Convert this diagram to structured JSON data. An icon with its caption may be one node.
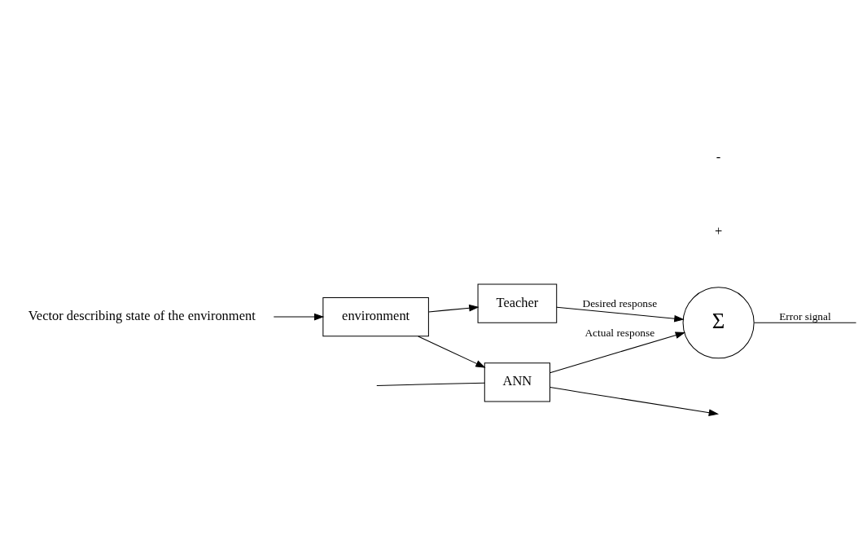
{
  "diagram": {
    "nodes": [
      {
        "text": [
          "Vector describing state of the environment"
        ]
      },
      {
        "text": [
          "environment"
        ]
      },
      {
        "text": [
          "Teacher"
        ]
      },
      {
        "text": [
          "ANN"
        ]
      },
      {
        "text": [
          "Σ"
        ]
      }
    ],
    "edges": [
      {
        "from": 0,
        "to": 1,
        "arrow": "to"
      },
      {
        "from": 1,
        "to": 2,
        "arrow": "to"
      },
      {
        "from": 1,
        "to": 3,
        "arrow": "to"
      },
      {
        "from": 2,
        "to": 4,
        "label": "Desired response",
        "arrow": "to"
      },
      {
        "from": 3,
        "to": 4,
        "label": "Actual response",
        "arrow": "to"
      },
      {
        "from": 3,
        "to": null,
        "arrow": "to"
      },
      {
        "from": null,
        "to": 3,
        "arrow": "none"
      },
      {
        "from": 4,
        "to": null,
        "label": "Error signal",
        "arrow": "none"
      }
    ],
    "labels": [
      "+",
      "-"
    ]
  }
}
